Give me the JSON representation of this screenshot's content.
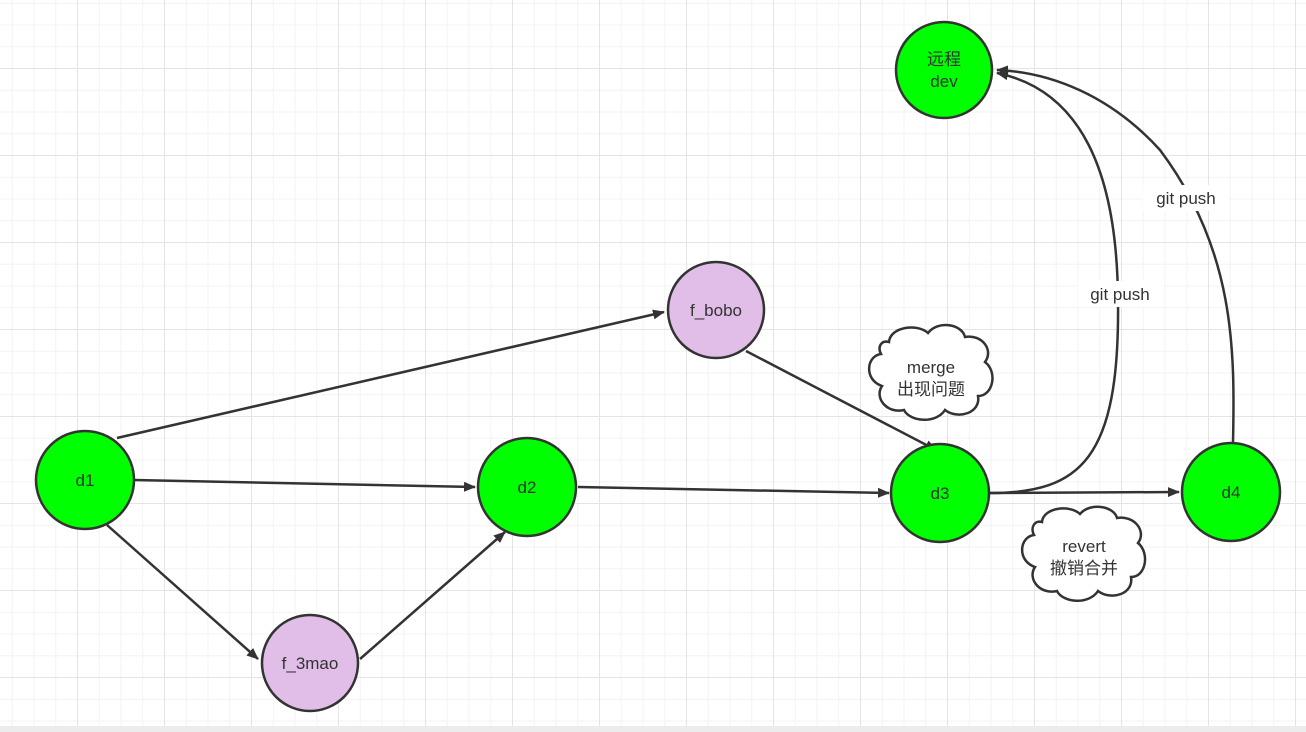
{
  "colors": {
    "main_node": "#00ff00",
    "feature_node": "#e1bee7",
    "stroke": "#333333",
    "cloud_fill": "#ffffff"
  },
  "nodes": {
    "d1": {
      "label": "d1",
      "kind": "main"
    },
    "d2": {
      "label": "d2",
      "kind": "main"
    },
    "d3": {
      "label": "d3",
      "kind": "main"
    },
    "d4": {
      "label": "d4",
      "kind": "main"
    },
    "remote": {
      "label_line1": "远程",
      "label_line2": "dev",
      "kind": "main"
    },
    "f_bobo": {
      "label": "f_bobo",
      "kind": "feature"
    },
    "f_3mao": {
      "label": "f_3mao",
      "kind": "feature"
    }
  },
  "edges": [
    {
      "from": "d1",
      "to": "f_bobo"
    },
    {
      "from": "d1",
      "to": "d2"
    },
    {
      "from": "d1",
      "to": "f_3mao"
    },
    {
      "from": "f_3mao",
      "to": "d2"
    },
    {
      "from": "d2",
      "to": "d3"
    },
    {
      "from": "f_bobo",
      "to": "d3"
    },
    {
      "from": "d3",
      "to": "d4"
    },
    {
      "from": "d3",
      "to": "remote",
      "label": "git push"
    },
    {
      "from": "d4",
      "to": "remote",
      "label": "git push"
    }
  ],
  "clouds": {
    "merge": {
      "line1": "merge",
      "line2": "出现问题"
    },
    "revert": {
      "line1": "revert",
      "line2": "撤销合并"
    }
  }
}
